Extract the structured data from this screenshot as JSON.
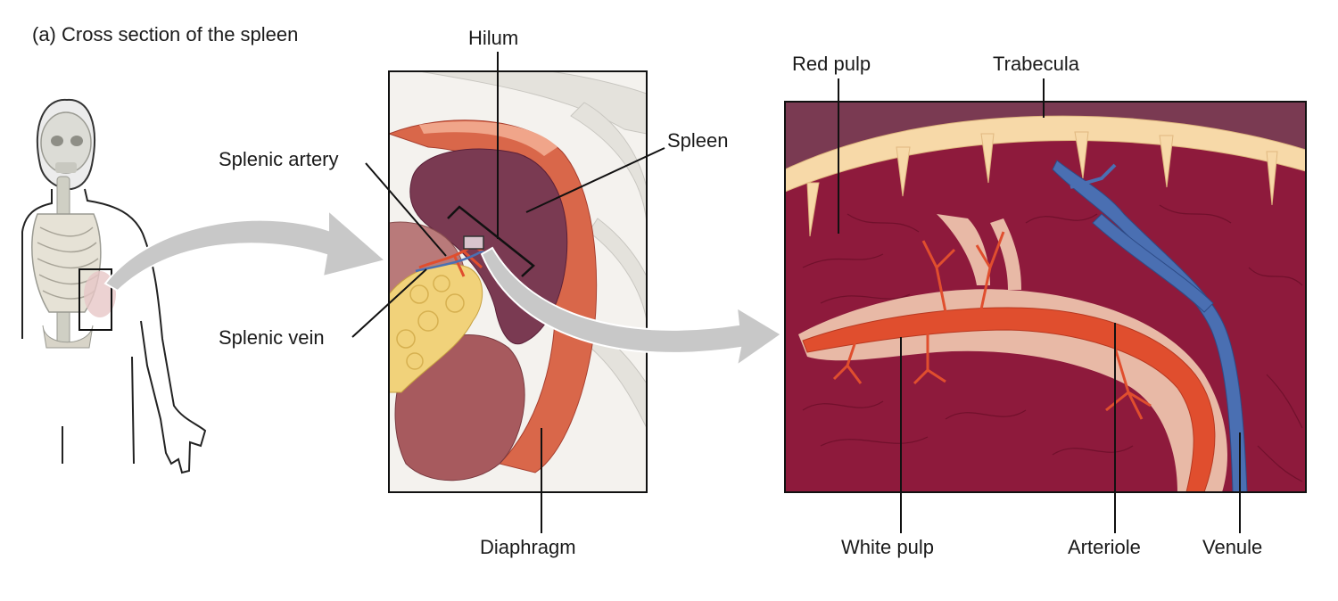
{
  "figure": {
    "caption": "(a) Cross section of the spleen"
  },
  "labels": {
    "hilum": "Hilum",
    "splenic_artery": "Splenic artery",
    "spleen": "Spleen",
    "splenic_vein": "Splenic vein",
    "diaphragm": "Diaphragm",
    "red_pulp": "Red pulp",
    "trabecula": "Trabecula",
    "white_pulp": "White pulp",
    "arteriole": "Arteriole",
    "venule": "Venule"
  },
  "colors": {
    "red_pulp": "#8e1a3c",
    "trabecula": "#f7d9a8",
    "white_pulp": "#e8b9a6",
    "arteriole": "#e04e2e",
    "venule": "#4a6fb2",
    "spleen": "#7a3a52",
    "diaphragm": "#d9674a",
    "pancreas": "#f1d27a",
    "arrow": "#c8c8c8"
  }
}
